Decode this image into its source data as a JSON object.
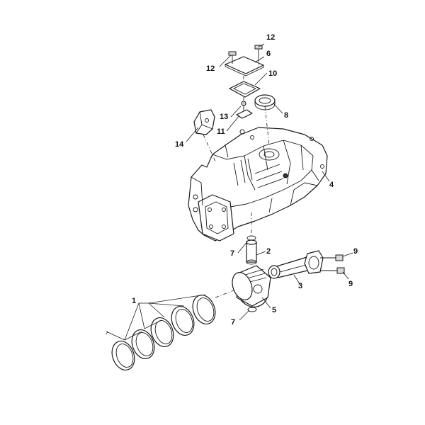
{
  "callouts": [
    {
      "id": "c12a",
      "text": "12"
    },
    {
      "id": "c12b",
      "text": "12"
    },
    {
      "id": "c6",
      "text": "6"
    },
    {
      "id": "c10",
      "text": "10"
    },
    {
      "id": "c8",
      "text": "8"
    },
    {
      "id": "c13",
      "text": "13"
    },
    {
      "id": "c11",
      "text": "11"
    },
    {
      "id": "c14",
      "text": "14"
    },
    {
      "id": "c4",
      "text": "4"
    },
    {
      "id": "c7a",
      "text": "7"
    },
    {
      "id": "c2",
      "text": "2"
    },
    {
      "id": "c9a",
      "text": "9"
    },
    {
      "id": "c9b",
      "text": "9"
    },
    {
      "id": "c3",
      "text": "3"
    },
    {
      "id": "c1",
      "text": "1"
    },
    {
      "id": "c5",
      "text": "5"
    },
    {
      "id": "c7b",
      "text": "7"
    }
  ]
}
